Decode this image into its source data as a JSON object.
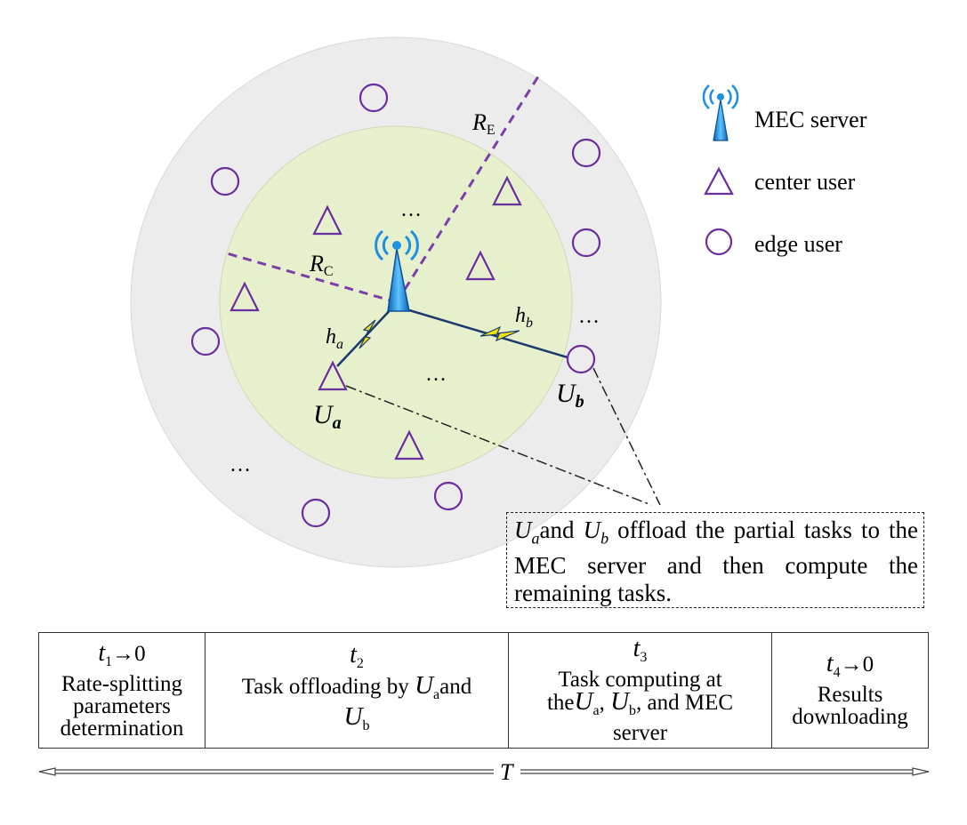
{
  "legend": {
    "server_label": "MEC server",
    "center_label": "center user",
    "edge_label": "edge user"
  },
  "radii": {
    "edge_symbol": "R",
    "edge_sub": "E",
    "center_symbol": "R",
    "center_sub": "C"
  },
  "channels": {
    "ha_symbol": "h",
    "ha_sub": "a",
    "hb_symbol": "h",
    "hb_sub": "b"
  },
  "users": {
    "ua_symbol": "U",
    "ua_sub": "a",
    "ub_symbol": "U",
    "ub_sub": "b"
  },
  "ellipsis": "…",
  "note": {
    "u_a": "U",
    "sub_a": "a",
    "and": "and",
    "u_b": "U",
    "sub_b": "b",
    "text": "offload the partial tasks to the MEC server and then compute the remaining tasks."
  },
  "timeline": {
    "phase1": {
      "var": "t",
      "sub": "1",
      "suffix": "→0",
      "text": "Rate-splitting parameters determination"
    },
    "phase2": {
      "var": "t",
      "sub": "2",
      "text_pre": "Task offloading by",
      "u_a": "U",
      "sub_a": "a",
      "and": "and",
      "u_b": "U",
      "sub_b": "b"
    },
    "phase3": {
      "var": "t",
      "sub": "3",
      "line1": "Task computing at",
      "the": "the",
      "u_a": "U",
      "sub_a": "a",
      "comma": ",",
      "u_b": "U",
      "sub_b": "b",
      "tail": ", and MEC",
      "line3": "server"
    },
    "phase4": {
      "var": "t",
      "sub": "4",
      "suffix": "→0",
      "text": "Results downloading"
    },
    "period": "T"
  },
  "colors": {
    "outer_ring": "#ececec",
    "inner_disc": "#e6f0cd",
    "user_stroke": "#6a2f9e",
    "dashed_radius": "#7b3fa8",
    "tower_blue": "#1f8fe0",
    "bolt_yellow": "#f2e600",
    "link_line": "#1c3a6e"
  }
}
